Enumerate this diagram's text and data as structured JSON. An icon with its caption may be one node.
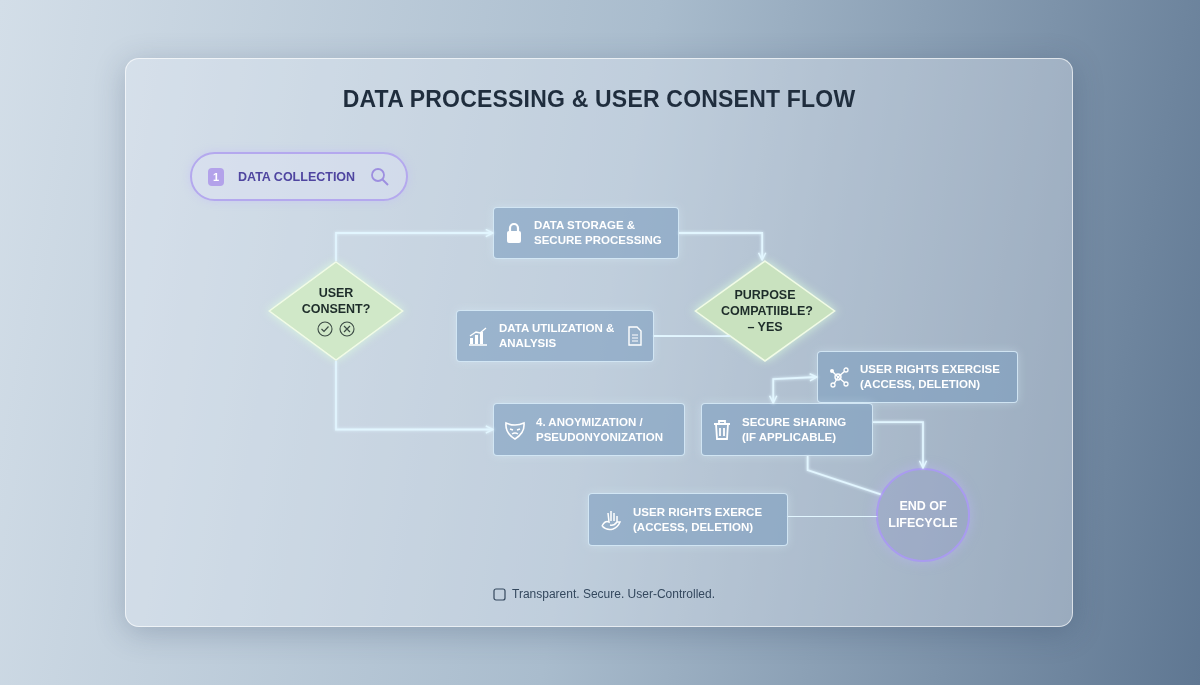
{
  "diagram": {
    "title": "DATA PROCESSING & USER CONSENT FLOW",
    "nodes": [
      {
        "text": [
          "1",
          "DATA COLLECTION"
        ]
      },
      {
        "text": [
          "USER CONSENT?"
        ]
      },
      {
        "text": [
          "DATA STORAGE & SECURE PROCESSING"
        ]
      },
      {
        "text": [
          "DATA UTILIZATION & ANALYSIS"
        ]
      },
      {
        "text": [
          "4. ANOYMIZATION / PSEUDONYONIZATION"
        ]
      },
      {
        "text": [
          "PURPOSE COMPATIIBLE?",
          "– YES"
        ]
      },
      {
        "text": [
          "USER RIGHTS EXERCISE (ACCESS, DELETION)"
        ]
      },
      {
        "text": [
          "SECURE SHARING (IF APPLICABLE)"
        ]
      },
      {
        "text": [
          "USER RIGHTS EXERCE (ACCESS, DELETION)"
        ]
      },
      {
        "text": [
          "END OF LIFECYCLE"
        ]
      }
    ],
    "edges": [
      {
        "from": 1,
        "to": 2,
        "arrow": "to"
      },
      {
        "from": 1,
        "to": 3,
        "arrow": "to"
      },
      {
        "from": 1,
        "to": 4,
        "arrow": "to"
      },
      {
        "from": 2,
        "to": 5,
        "arrow": "to"
      },
      {
        "from": 3,
        "to": 5,
        "arrow": "to"
      },
      {
        "from": 7,
        "to": 6,
        "arrow": "both"
      },
      {
        "from": 7,
        "to": 9,
        "arrow": "to"
      },
      {
        "from": 7,
        "to": 9,
        "arrow": "none"
      },
      {
        "from": 8,
        "to": 9,
        "arrow": "to"
      }
    ],
    "labels": [
      "Transparent. Secure. User-Controlled."
    ]
  }
}
